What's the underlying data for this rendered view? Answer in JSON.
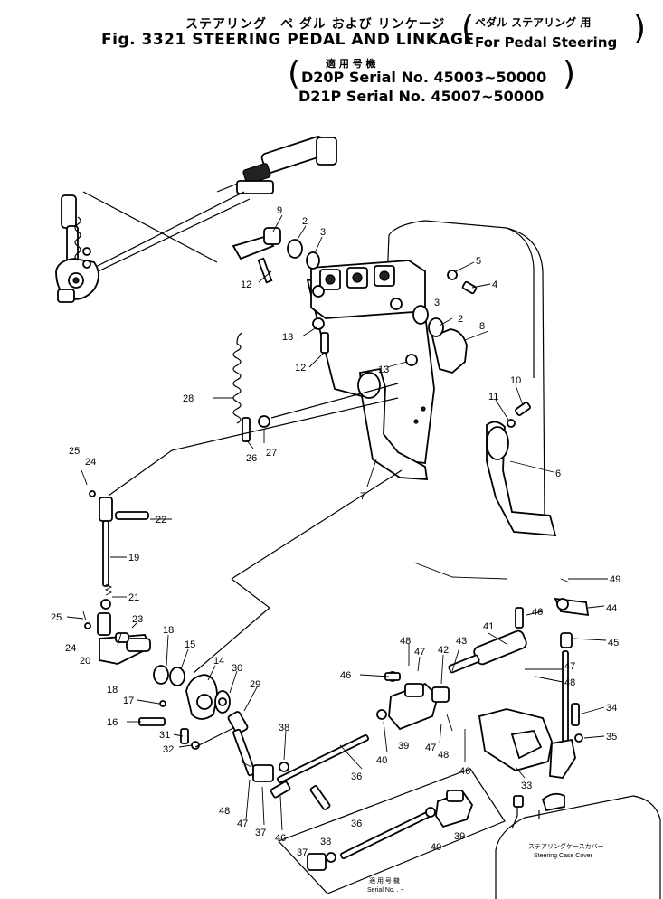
{
  "header": {
    "title_jp": "ステアリング　ペ ダル および リンケージ",
    "title_en": "Fig. 3321 STEERING PEDAL AND LINKAGE",
    "note_jp": "ペダル ステアリング 用",
    "note_en": "For Pedal Steering",
    "applicability_jp": "適 用 号 機",
    "serial_1": "D20P  Serial No. 45003~50000",
    "serial_2": "D21P  Serial No. 45007~50000"
  },
  "callouts": [
    "9",
    "2",
    "3",
    "5",
    "4",
    "12",
    "3",
    "2",
    "8",
    "13",
    "12",
    "13",
    "28",
    "10",
    "11",
    "6",
    "27",
    "26",
    "7",
    "25",
    "24",
    "22",
    "19",
    "21",
    "25",
    "23",
    "24",
    "18",
    "15",
    "20",
    "18",
    "14",
    "30",
    "29",
    "17",
    "16",
    "31",
    "32",
    "38",
    "36",
    "40",
    "39",
    "46",
    "47",
    "48",
    "42",
    "43",
    "41",
    "46",
    "44",
    "49",
    "45",
    "47",
    "48",
    "34",
    "35",
    "33",
    "48",
    "47",
    "37",
    "46",
    "36",
    "38",
    "37",
    "39",
    "40",
    "47",
    "48",
    "46"
  ],
  "inset": {
    "applicability_jp": "適 用 号 機",
    "serial_label": "Serial No. .   ~"
  },
  "cover": {
    "label_jp": "ステアリングケースカバー",
    "label_en": "Steering Case Cover"
  }
}
